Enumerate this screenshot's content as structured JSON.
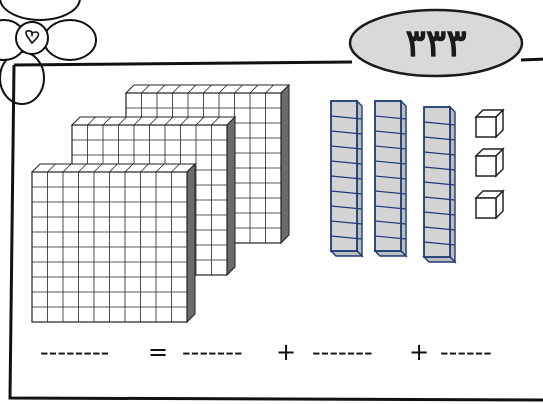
{
  "header": {
    "number": "٣٣٣"
  },
  "blocks": {
    "hundreds_count": 3,
    "tens_count": 3,
    "ones_count": 3
  },
  "colors": {
    "rod_fill": "#d3d3d3",
    "rod_stroke": "#1f3a78",
    "oval_fill": "#d9d9d9",
    "flat_side": "#6b6b6b"
  },
  "equation": {
    "blank1": "--------",
    "equals": "=",
    "blank2": "-------",
    "plus1": "+",
    "blank3": "-------",
    "plus2": "+",
    "blank4": "------"
  }
}
